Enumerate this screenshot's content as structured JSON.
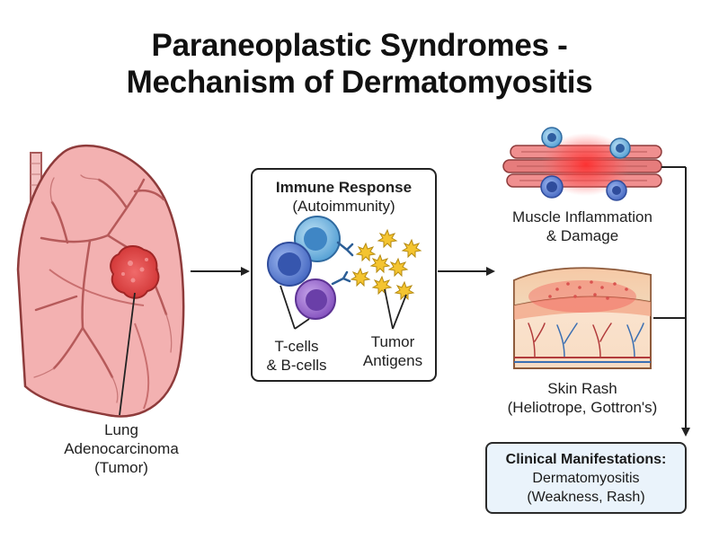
{
  "title": {
    "line1": "Paraneoplastic Syndromes -",
    "line2": "Mechanism of Dermatomyositis"
  },
  "lung": {
    "label_line1": "Lung",
    "label_line2": "Adenocarcinoma",
    "label_line3": "(Tumor)"
  },
  "immune": {
    "heading": "Immune Response",
    "subheading": "(Autoimmunity)",
    "cells_line1": "T-cells",
    "cells_line2": "& B-cells",
    "antigens_line1": "Tumor",
    "antigens_line2": "Antigens"
  },
  "muscle": {
    "label_line1": "Muscle Inflammation",
    "label_line2": "& Damage"
  },
  "skin": {
    "label_line1": "Skin Rash",
    "label_line2": "(Heliotrope, Gottron's)"
  },
  "clinical": {
    "heading": "Clinical Manifestations:",
    "line1": "Dermatomyositis",
    "line2": "(Weakness, Rash)"
  },
  "colors": {
    "lung_fill": "#f3b1b1",
    "tumor": "#e04646",
    "t_cell": "#5a7fd0",
    "b_cell": "#9b6fc9",
    "antigen": "#f4c430",
    "clinical_box": "#eaf3fb"
  }
}
